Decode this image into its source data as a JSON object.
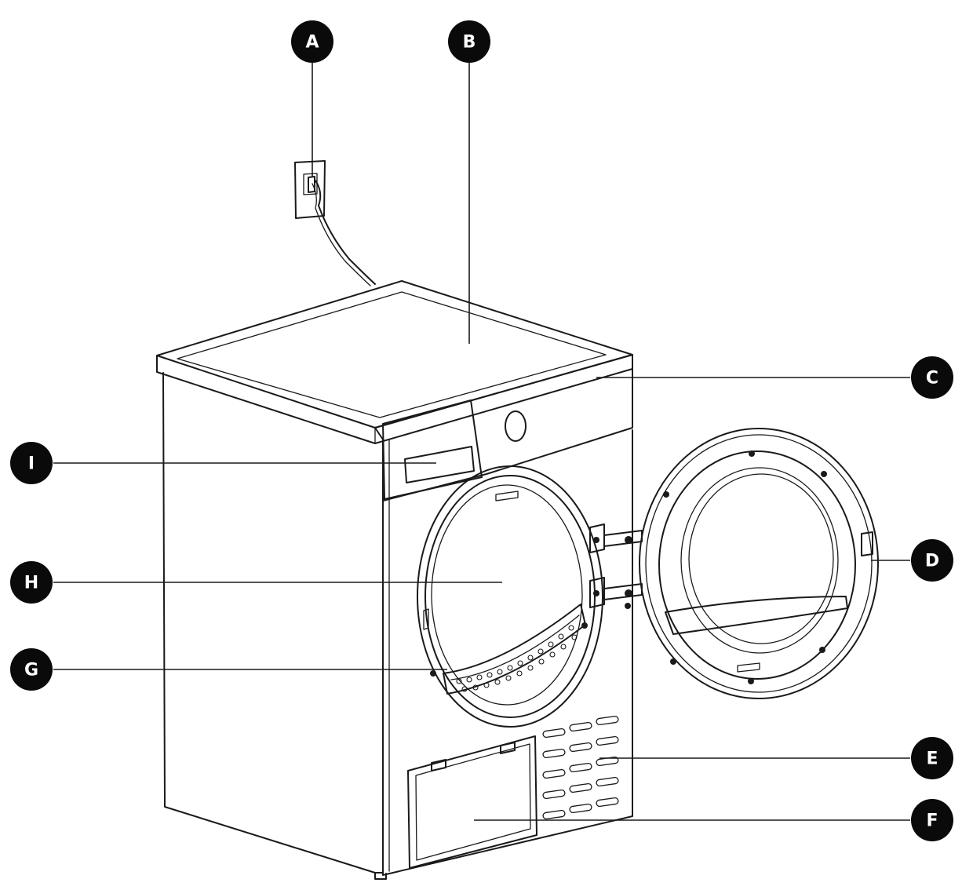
{
  "callouts": [
    {
      "id": "A",
      "label": "A"
    },
    {
      "id": "B",
      "label": "B"
    },
    {
      "id": "C",
      "label": "C"
    },
    {
      "id": "D",
      "label": "D"
    },
    {
      "id": "E",
      "label": "E"
    },
    {
      "id": "F",
      "label": "F"
    },
    {
      "id": "G",
      "label": "G"
    },
    {
      "id": "H",
      "label": "H"
    },
    {
      "id": "I",
      "label": "I"
    }
  ],
  "colors": {
    "line": "#1a1a1a",
    "badge": "#0a0a0a",
    "badge_text": "#ffffff",
    "background": "#ffffff"
  }
}
